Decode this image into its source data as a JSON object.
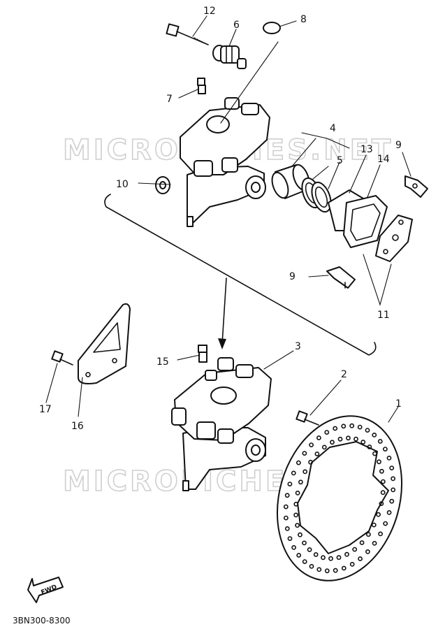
{
  "callouts": [
    {
      "id": "p12",
      "label": "12"
    },
    {
      "id": "p6",
      "label": "6"
    },
    {
      "id": "p8",
      "label": "8"
    },
    {
      "id": "p7",
      "label": "7"
    },
    {
      "id": "p4",
      "label": "4"
    },
    {
      "id": "p9a",
      "label": "9"
    },
    {
      "id": "p13",
      "label": "13"
    },
    {
      "id": "p14",
      "label": "14"
    },
    {
      "id": "p5",
      "label": "5"
    },
    {
      "id": "p10",
      "label": "10"
    },
    {
      "id": "p9b",
      "label": "9"
    },
    {
      "id": "p11",
      "label": "11"
    },
    {
      "id": "p3",
      "label": "3"
    },
    {
      "id": "p15",
      "label": "15"
    },
    {
      "id": "p2",
      "label": "2"
    },
    {
      "id": "p1",
      "label": "1"
    },
    {
      "id": "p17",
      "label": "17"
    },
    {
      "id": "p16",
      "label": "16"
    }
  ],
  "watermark": "MICROFICHES.NET",
  "fwd_label": "FWD",
  "diagram_code": "3BN300-8300"
}
